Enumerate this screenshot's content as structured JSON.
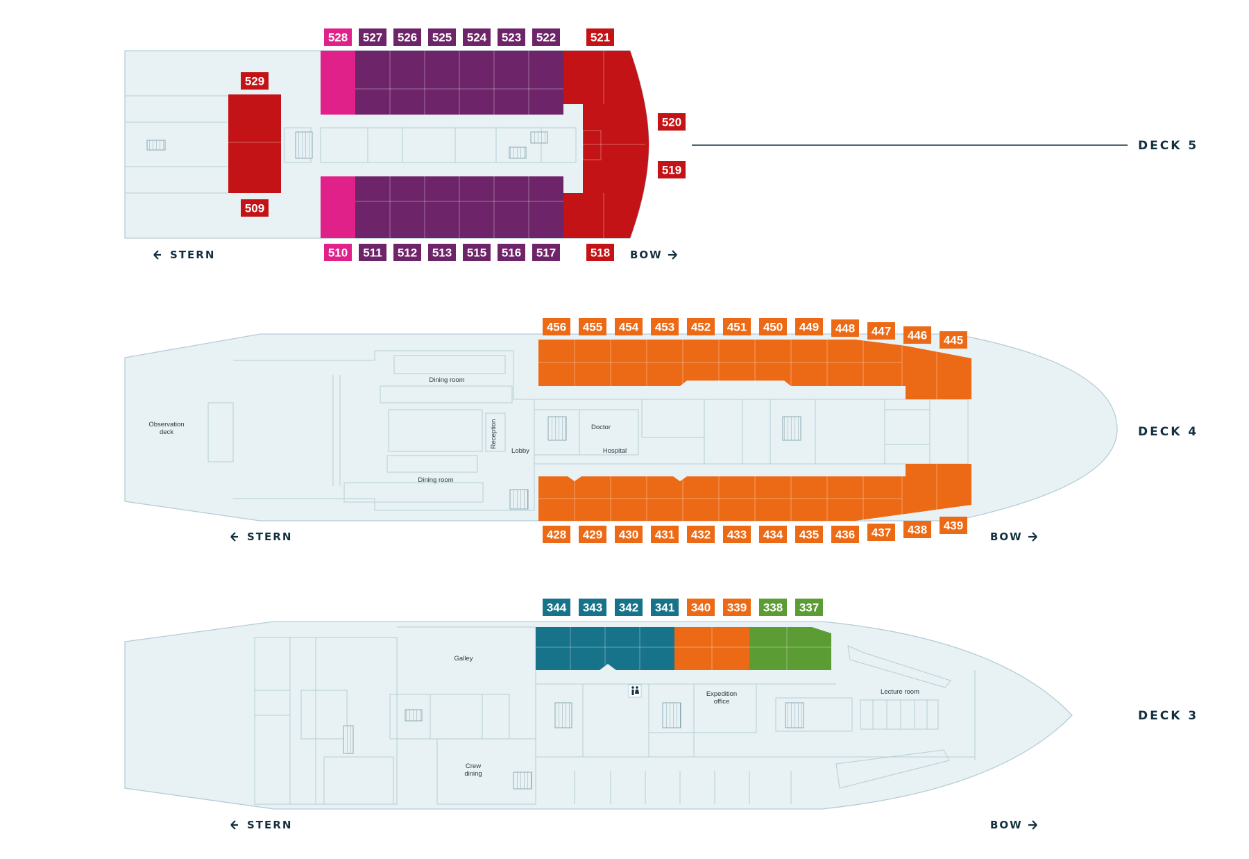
{
  "colors": {
    "pink": "#e0218a",
    "purple": "#6e2468",
    "red": "#c41316",
    "orange": "#ec6a15",
    "teal": "#17738a",
    "green": "#5b9c34",
    "hull": "#e8f1f4",
    "text_dark": "#13303f"
  },
  "decks": [
    {
      "name": "DECK 5",
      "stern_label": "STERN",
      "bow_label": "BOW",
      "cabins_top": [
        {
          "num": "528",
          "color": "pink"
        },
        {
          "num": "527",
          "color": "purple"
        },
        {
          "num": "526",
          "color": "purple"
        },
        {
          "num": "525",
          "color": "purple"
        },
        {
          "num": "524",
          "color": "purple"
        },
        {
          "num": "523",
          "color": "purple"
        },
        {
          "num": "522",
          "color": "purple"
        },
        {
          "num": "521",
          "color": "red"
        }
      ],
      "cabins_bottom": [
        {
          "num": "510",
          "color": "pink"
        },
        {
          "num": "511",
          "color": "purple"
        },
        {
          "num": "512",
          "color": "purple"
        },
        {
          "num": "513",
          "color": "purple"
        },
        {
          "num": "515",
          "color": "purple"
        },
        {
          "num": "516",
          "color": "purple"
        },
        {
          "num": "517",
          "color": "purple"
        },
        {
          "num": "518",
          "color": "red"
        }
      ],
      "cabins_other": [
        {
          "num": "529",
          "color": "red"
        },
        {
          "num": "509",
          "color": "red"
        },
        {
          "num": "520",
          "color": "red"
        },
        {
          "num": "519",
          "color": "red"
        }
      ],
      "rooms": []
    },
    {
      "name": "DECK 4",
      "stern_label": "STERN",
      "bow_label": "BOW",
      "cabins_top": [
        {
          "num": "456",
          "color": "orange"
        },
        {
          "num": "455",
          "color": "orange"
        },
        {
          "num": "454",
          "color": "orange"
        },
        {
          "num": "453",
          "color": "orange"
        },
        {
          "num": "452",
          "color": "orange"
        },
        {
          "num": "451",
          "color": "orange"
        },
        {
          "num": "450",
          "color": "orange"
        },
        {
          "num": "449",
          "color": "orange"
        },
        {
          "num": "448",
          "color": "orange"
        },
        {
          "num": "447",
          "color": "orange"
        },
        {
          "num": "446",
          "color": "orange"
        },
        {
          "num": "445",
          "color": "orange"
        }
      ],
      "cabins_bottom": [
        {
          "num": "428",
          "color": "orange"
        },
        {
          "num": "429",
          "color": "orange"
        },
        {
          "num": "430",
          "color": "orange"
        },
        {
          "num": "431",
          "color": "orange"
        },
        {
          "num": "432",
          "color": "orange"
        },
        {
          "num": "433",
          "color": "orange"
        },
        {
          "num": "434",
          "color": "orange"
        },
        {
          "num": "435",
          "color": "orange"
        },
        {
          "num": "436",
          "color": "orange"
        },
        {
          "num": "437",
          "color": "orange"
        },
        {
          "num": "438",
          "color": "orange"
        },
        {
          "num": "439",
          "color": "orange"
        }
      ],
      "rooms": [
        {
          "name": "observation_deck",
          "text": "Observation deck"
        },
        {
          "name": "dining_room_top",
          "text": "Dining room"
        },
        {
          "name": "dining_room_bottom",
          "text": "Dining room"
        },
        {
          "name": "reception",
          "text": "Reception"
        },
        {
          "name": "lobby",
          "text": "Lobby"
        },
        {
          "name": "doctor",
          "text": "Doctor"
        },
        {
          "name": "hospital",
          "text": "Hospital"
        }
      ]
    },
    {
      "name": "DECK 3",
      "stern_label": "STERN",
      "bow_label": "BOW",
      "cabins_top": [
        {
          "num": "344",
          "color": "teal"
        },
        {
          "num": "343",
          "color": "teal"
        },
        {
          "num": "342",
          "color": "teal"
        },
        {
          "num": "341",
          "color": "teal"
        },
        {
          "num": "340",
          "color": "orange"
        },
        {
          "num": "339",
          "color": "orange"
        },
        {
          "num": "338",
          "color": "green"
        },
        {
          "num": "337",
          "color": "green"
        }
      ],
      "cabins_bottom": [],
      "rooms": [
        {
          "name": "galley",
          "text": "Galley"
        },
        {
          "name": "expedition_office",
          "text": "Expedition office"
        },
        {
          "name": "lecture_room",
          "text": "Lecture room"
        },
        {
          "name": "crew_dining",
          "text": "Crew dining"
        }
      ]
    }
  ]
}
